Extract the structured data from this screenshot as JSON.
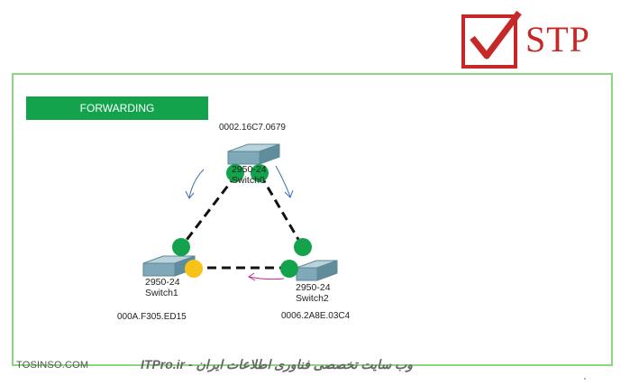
{
  "logo": {
    "text": "STP",
    "color": "#c62828"
  },
  "banner": {
    "state": "FORWARDING",
    "color": "#13a34c"
  },
  "switches": [
    {
      "id": "switch0",
      "model": "2950-24",
      "name": "Switch0",
      "mac": "0002.16C7.0679"
    },
    {
      "id": "switch1",
      "model": "2950-24",
      "name": "Switch1",
      "mac": "000A.F305.ED15"
    },
    {
      "id": "switch2",
      "model": "2950-24",
      "name": "Switch2",
      "mac": "0006.2A8E.03C4"
    }
  ],
  "links": [
    {
      "from": "Switch0",
      "to": "Switch1"
    },
    {
      "from": "Switch0",
      "to": "Switch2"
    },
    {
      "from": "Switch1",
      "to": "Switch2"
    }
  ],
  "port_colors": {
    "forwarding": "#13a34c",
    "blocking": "#f7c21a"
  },
  "frame_color": "#8bd77f",
  "watermark": {
    "left": "TOSINSO.COM",
    "right": "ITPro.ir - وب سایت تخصصی فناوری اطلاعات ایران"
  }
}
